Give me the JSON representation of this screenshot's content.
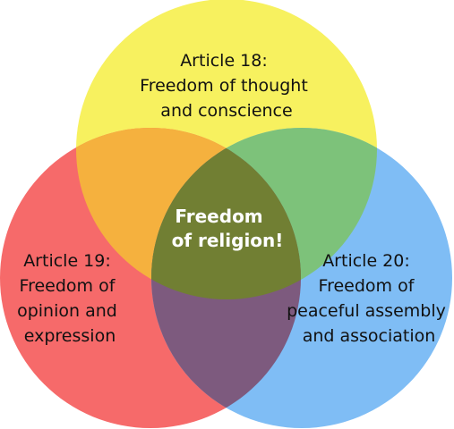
{
  "circles": {
    "top": {
      "lines": [
        "Article 18:",
        "Freedom of thought",
        "and conscience"
      ],
      "color": "#f7f15f"
    },
    "left": {
      "lines": [
        "Article 19:",
        "Freedom of",
        "opinion and",
        "expression"
      ],
      "color": "#f66a6a"
    },
    "right": {
      "lines": [
        "Article 20:",
        "Freedom of",
        "peaceful assembly",
        "and association"
      ],
      "color": "#7fbdf5"
    }
  },
  "overlaps": {
    "top_left": "#f5b13e",
    "top_right": "#7dc27a",
    "left_right": "#7d5a7e",
    "center": "#717f33"
  },
  "center_lines": [
    "Freedom",
    "of religion!"
  ]
}
